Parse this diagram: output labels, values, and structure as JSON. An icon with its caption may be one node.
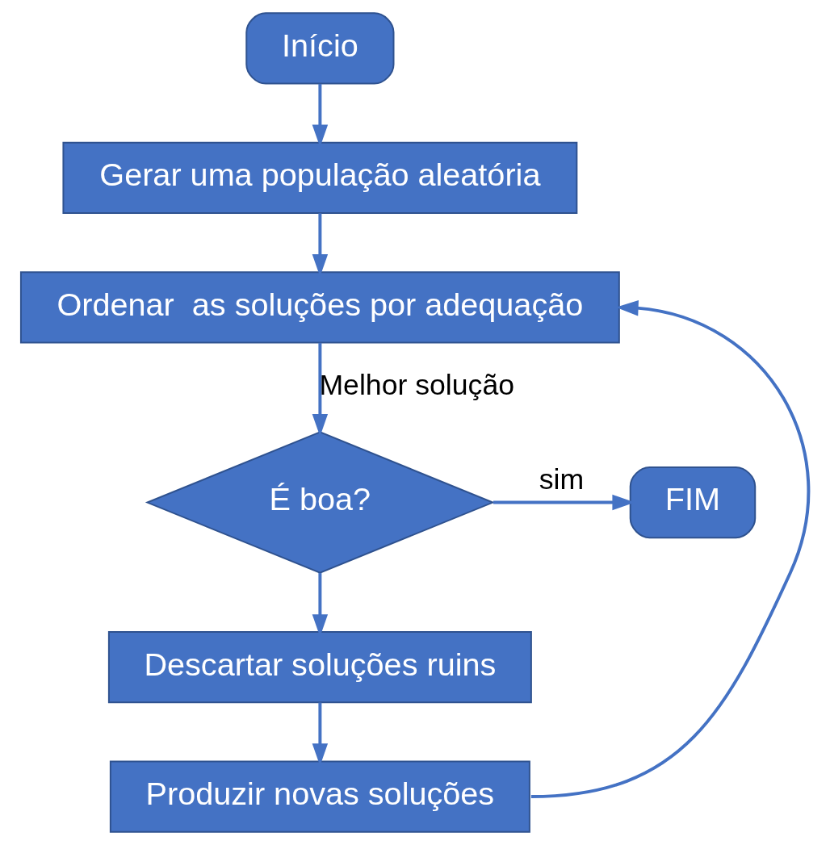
{
  "diagram": {
    "nodes": [
      {
        "text": [
          "Início"
        ]
      },
      {
        "text": [
          "Gerar uma população aleatória"
        ]
      },
      {
        "text": [
          "Ordenar  as soluções por adequação"
        ]
      },
      {
        "text": [
          "É boa?"
        ]
      },
      {
        "text": [
          "FIM"
        ]
      },
      {
        "text": [
          "Descartar soluções ruins"
        ]
      },
      {
        "text": [
          "Produzir novas soluções"
        ]
      }
    ],
    "edges": [
      {
        "from": 0,
        "to": 1,
        "arrow": "to"
      },
      {
        "from": 1,
        "to": 2,
        "arrow": "to"
      },
      {
        "from": 2,
        "to": 3,
        "arrow": "to",
        "label": "Melhor solução"
      },
      {
        "from": 3,
        "to": 4,
        "arrow": "to",
        "label": "sim"
      },
      {
        "from": 3,
        "to": 5,
        "arrow": "to"
      },
      {
        "from": 5,
        "to": 6,
        "arrow": "to"
      },
      {
        "from": 6,
        "to": 2,
        "arrow": "to"
      }
    ]
  }
}
